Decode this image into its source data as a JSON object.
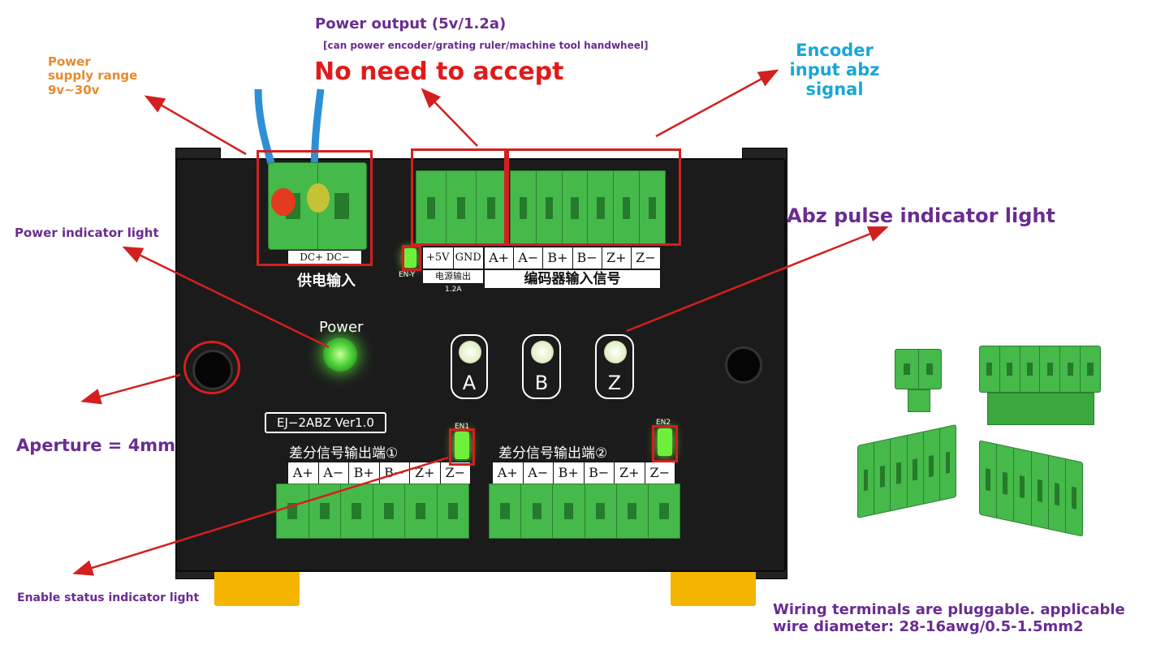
{
  "callouts": {
    "power_supply": [
      "Power",
      "supply range",
      "9v~30v"
    ],
    "power_output_title": "Power output (5v/1.2a)",
    "power_output_note": "[can power encoder/grating ruler/machine tool handwheel]",
    "no_need": "No need to accept",
    "encoder_input": [
      "Encoder",
      "input abz",
      "signal"
    ],
    "power_indicator": "Power indicator light",
    "abz_indicator": "Abz pulse indicator light",
    "aperture": "Aperture = 4mm",
    "enable_status": "Enable status indicator light",
    "wiring": [
      "Wiring terminals are pluggable. applicable",
      "wire diameter: 28-16awg/0.5-1.5mm2"
    ]
  },
  "board": {
    "supply_pins": "DC+ DC−",
    "supply_label": "供电输入",
    "out_pins": [
      "+5V",
      "GND"
    ],
    "out_label": "电源输出",
    "out_current": "1.2A",
    "en_y": "EN-Y",
    "enc_pins": [
      "A+",
      "A−",
      "B+",
      "B−",
      "Z+",
      "Z−"
    ],
    "enc_label": "编码器输入信号",
    "power_text": "Power",
    "led_a": "A",
    "led_b": "B",
    "led_z": "Z",
    "model": "EJ−2ABZ Ver1.0",
    "diff1_label": "差分信号输出端①",
    "diff2_label": "差分信号输出端②",
    "en1": "EN1",
    "en2": "EN2",
    "diff1_pins": [
      "A+",
      "A−",
      "B+",
      "B−",
      "Z+",
      "Z−"
    ],
    "diff2_pins": [
      "A+",
      "A−",
      "B+",
      "B−",
      "Z+",
      "Z−"
    ]
  },
  "colors": {
    "terminal_green": "#45b94a",
    "highlight_red": "#d41f1f",
    "callout_purple": "#6a2c91",
    "callout_orange": "#e68a2e",
    "callout_cyan": "#18a6d9",
    "rail_yellow": "#f5b400"
  }
}
